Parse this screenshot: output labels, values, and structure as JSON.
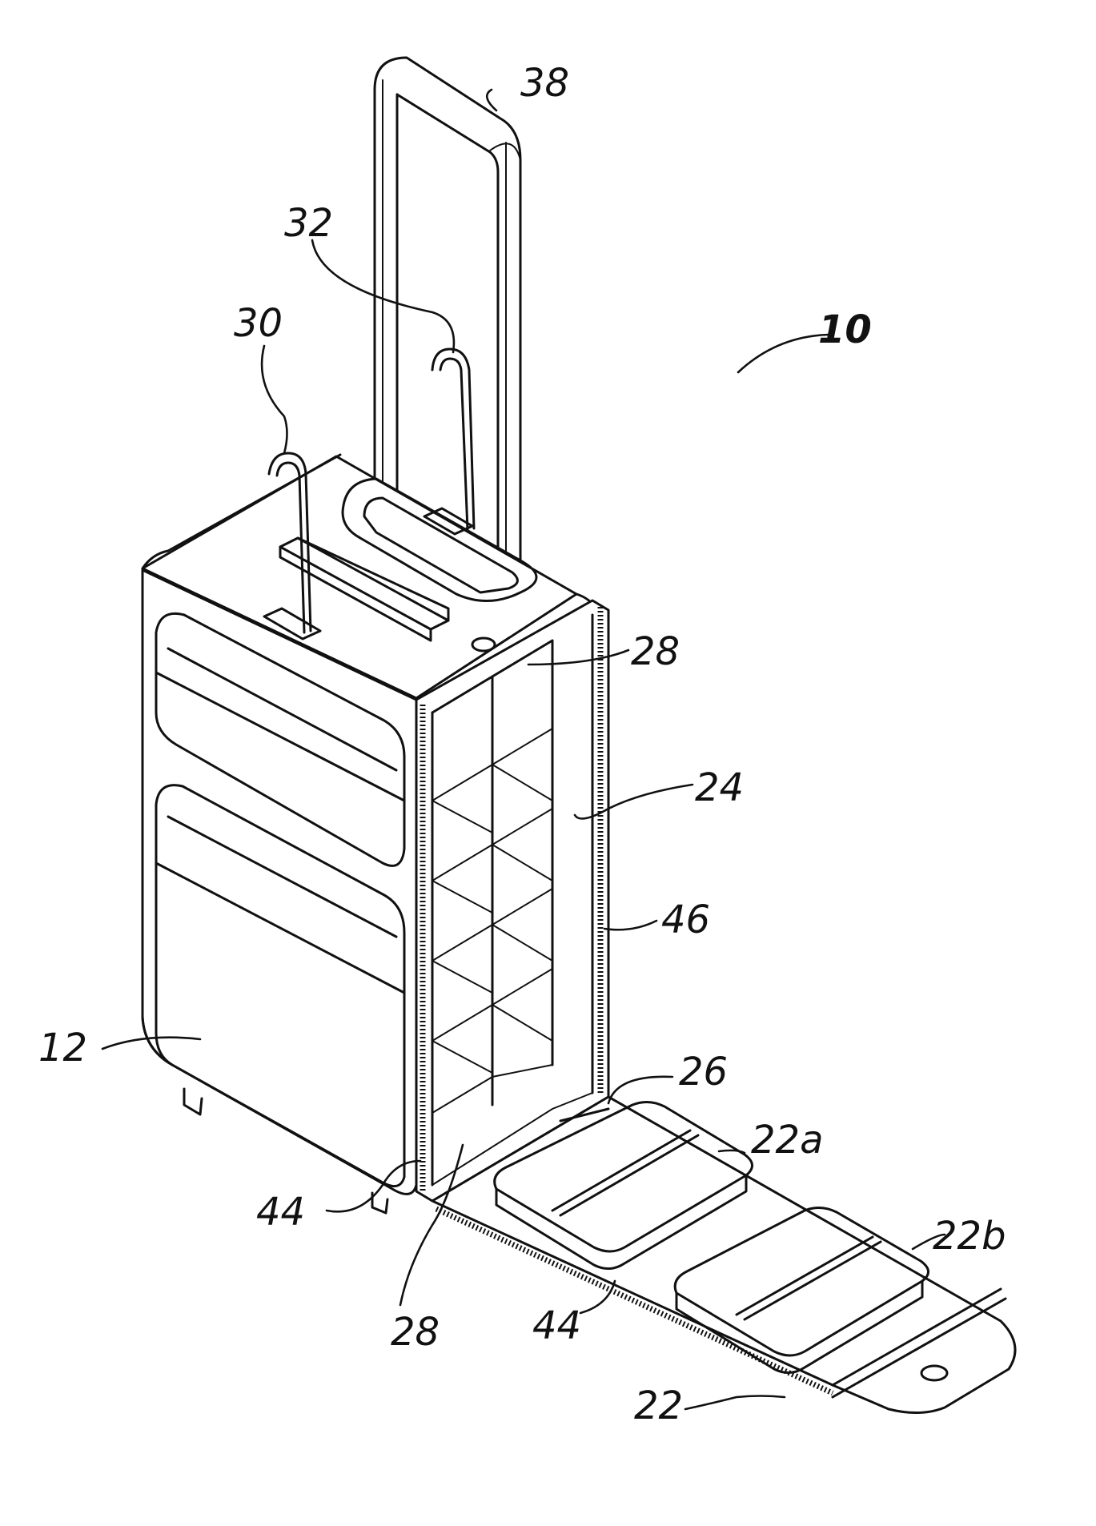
{
  "figure": {
    "reference_numerals": {
      "assembly": "10",
      "case": "12",
      "door_panel": "22",
      "tray_a": "22a",
      "tray_b": "22b",
      "interior": "24",
      "hinge": "26",
      "compartment_upper": "28",
      "compartment_lower": "28",
      "hook_left": "30",
      "hook_right": "32",
      "telescoping_handle": "38",
      "zipper_left": "44",
      "zipper_bottom": "44",
      "zipper_right": "46"
    }
  }
}
